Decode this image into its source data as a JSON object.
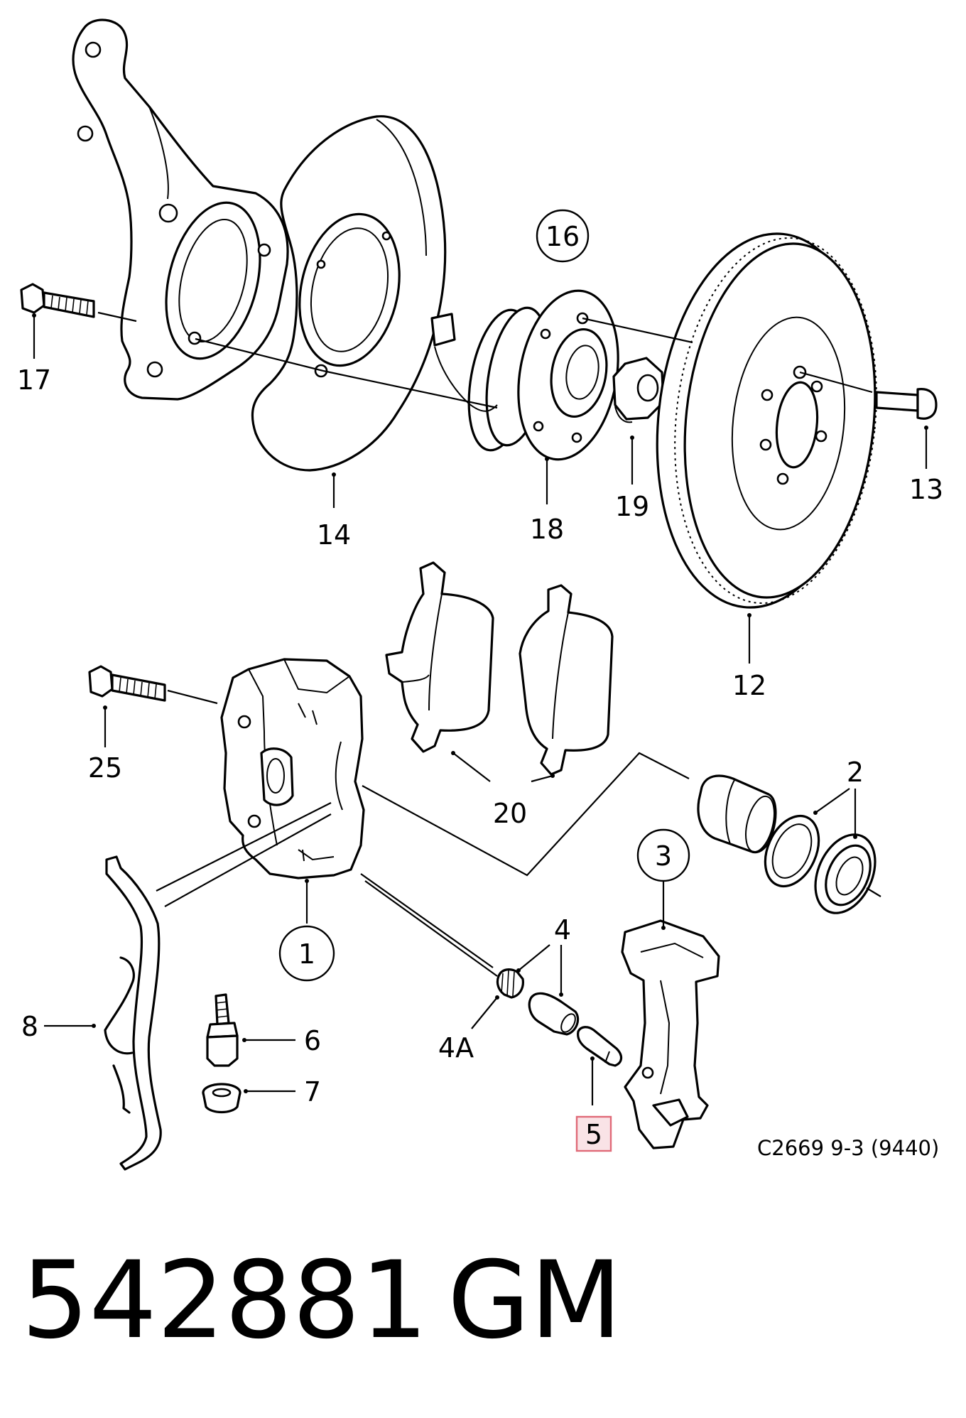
{
  "diagram": {
    "part_labels": {
      "p1": "1",
      "p2": "2",
      "p3": "3",
      "p4": "4",
      "p4a": "4A",
      "p5": "5",
      "p6": "6",
      "p7": "7",
      "p8": "8",
      "p12": "12",
      "p13": "13",
      "p14": "14",
      "p16": "16",
      "p17": "17",
      "p18": "18",
      "p19": "19",
      "p20": "20",
      "p25": "25"
    },
    "highlighted_label": "5",
    "reference_code": "C2669 9-3 (9440)"
  },
  "footer": {
    "part_number": "542881",
    "brand": "GM"
  },
  "colors": {
    "line": "#000000",
    "background": "#ffffff",
    "highlight_fill": "#f9e3e6",
    "highlight_stroke": "#e06a78"
  }
}
